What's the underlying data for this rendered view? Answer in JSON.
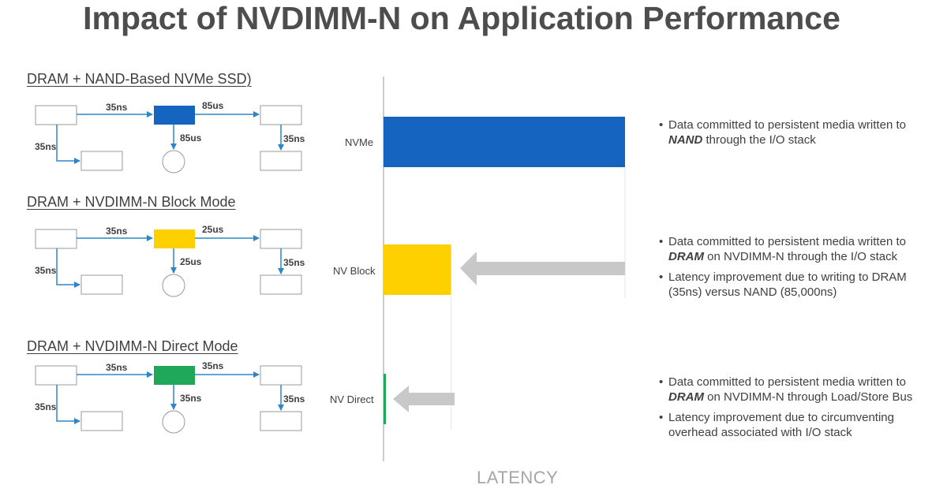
{
  "title": "Impact of NVDIMM-N on Application Performance",
  "colors": {
    "nvme": "#1565C0",
    "nv_block": "#FFD000",
    "nv_direct": "#1FA85A",
    "arrow": "#2E86C9",
    "gray_arrow": "#C8C8C8",
    "axis": "#999999"
  },
  "diagrams": [
    {
      "title": "DRAM + NAND-Based NVMe SSD)",
      "top_label": "35ns",
      "right_label": "85us",
      "down_label": "85us",
      "left_label": "35ns",
      "far_label": "35ns",
      "color": "#1565C0"
    },
    {
      "title": "DRAM + NVDIMM-N Block Mode",
      "top_label": "35ns",
      "right_label": "25us",
      "down_label": "25us",
      "left_label": "35ns",
      "far_label": "35ns",
      "color": "#FFD000"
    },
    {
      "title": "DRAM + NVDIMM-N Direct Mode",
      "top_label": "35ns",
      "right_label": "35ns",
      "down_label": "35ns",
      "left_label": "35ns",
      "far_label": "35ns",
      "color": "#1FA85A"
    }
  ],
  "chart_data": {
    "type": "bar",
    "orientation": "horizontal",
    "categories": [
      "NVMe",
      "NV Block",
      "NV Direct"
    ],
    "values": [
      100,
      28,
      1
    ],
    "xlabel": "LATENCY",
    "value_note": "relative latency (bar length as fraction of NVMe, percent)"
  },
  "notes": [
    [
      {
        "pre": "Data committed to persistent media written to ",
        "bold": "NAND",
        "post": " through the I/O stack"
      }
    ],
    [
      {
        "pre": "Data committed to persistent media written to ",
        "bold": "DRAM",
        "post": " on NVDIMM-N through the I/O stack"
      },
      {
        "pre": "Latency improvement due to writing to DRAM (35ns) versus NAND (85,000ns)",
        "bold": "",
        "post": ""
      }
    ],
    [
      {
        "pre": "Data committed to persistent media written to ",
        "bold": "DRAM",
        "post": " on NVDIMM-N through Load/Store Bus"
      },
      {
        "pre": "Latency improvement due to circumventing overhead associated with I/O stack",
        "bold": "",
        "post": ""
      }
    ]
  ]
}
